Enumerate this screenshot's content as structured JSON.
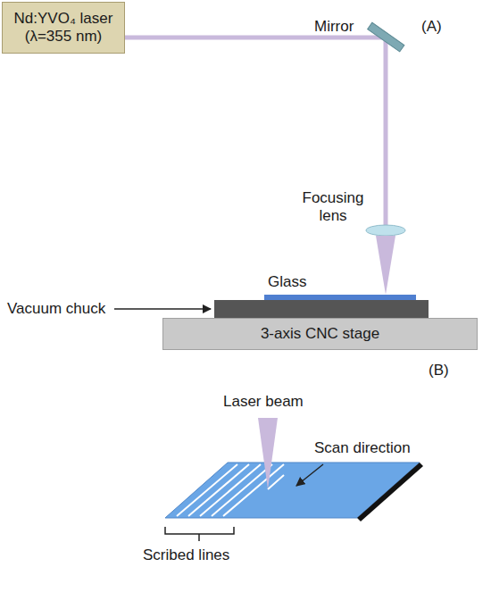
{
  "diagram": {
    "nodes": [
      {
        "text": [
          "Nd:YVO₄ laser (λ=355 nm)"
        ]
      },
      {
        "text": [
          "3-axis CNC stage"
        ]
      }
    ],
    "labels": [
      "(A)",
      "Mirror",
      "Focusing lens",
      "Glass",
      "Vacuum chuck",
      "(B)",
      "Laser beam",
      "Scan direction",
      "Scribed lines"
    ]
  }
}
